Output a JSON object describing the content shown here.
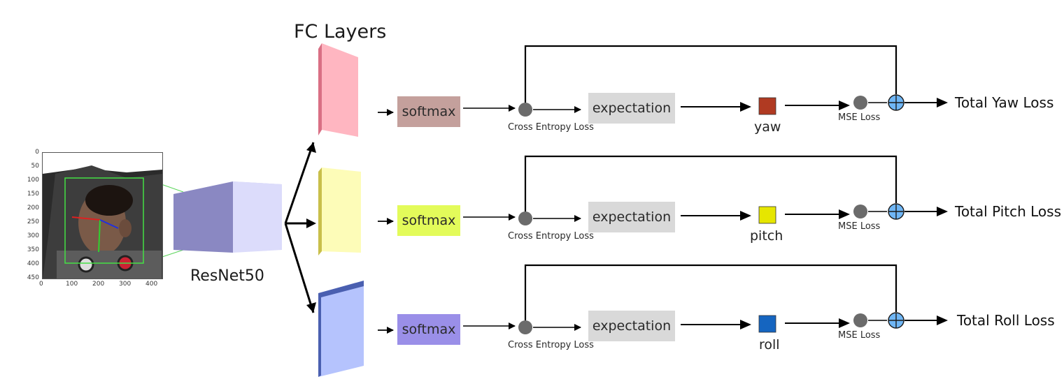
{
  "title": "FC Layers",
  "backbone_label": "ResNet50",
  "input_image": {
    "y_ticks": [
      "0",
      "50",
      "100",
      "150",
      "200",
      "250",
      "300",
      "350",
      "400",
      "450"
    ],
    "x_ticks": [
      "0",
      "100",
      "200",
      "300",
      "400"
    ]
  },
  "branches": [
    {
      "softmax_label": "softmax",
      "ce_label": "Cross Entropy Loss",
      "expectation_label": "expectation",
      "angle_label": "yaw",
      "mse_label": "MSE Loss",
      "total_label": "Total Yaw Loss",
      "fc_color": "#ffb6c1",
      "softmax_color": "#c4a09c",
      "angle_color": "#b03a22"
    },
    {
      "softmax_label": "softmax",
      "ce_label": "Cross Entropy Loss",
      "expectation_label": "expectation",
      "angle_label": "pitch",
      "mse_label": "MSE Loss",
      "total_label": "Total Pitch Loss",
      "fc_color": "#fdfcb8",
      "softmax_color": "#e3fb5a",
      "angle_color": "#e6e600"
    },
    {
      "softmax_label": "softmax",
      "ce_label": "Cross Entropy Loss",
      "expectation_label": "expectation",
      "angle_label": "roll",
      "mse_label": "MSE Loss",
      "total_label": "Total Roll Loss",
      "fc_color": "#b5c3fd",
      "softmax_color": "#9a8fe8",
      "angle_color": "#1565c0"
    }
  ],
  "colors": {
    "expectation_box": "#d9d9d9",
    "node_gray": "#6b6b6b",
    "sum_node": "#6fb6f5",
    "backbone_front": "#8a88c2",
    "backbone_side": "#dcdcfb"
  }
}
